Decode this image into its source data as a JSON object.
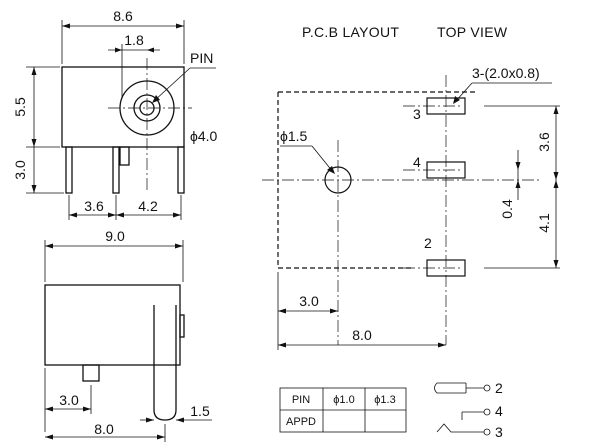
{
  "side_view": {
    "dim_width_top": "8.6",
    "dim_pin_offset": "1.8",
    "label_pin": "PIN",
    "dim_height_body": "5.5",
    "dim_height_pins": "3.0",
    "dim_hole_dia": "ϕ4.0",
    "dim_pin_spacing_left": "3.6",
    "dim_pin_spacing_right": "4.2"
  },
  "bottom_view": {
    "dim_length": "9.0",
    "dim_pin_pos": "3.0",
    "dim_pin_thick": "1.5",
    "dim_total": "8.0"
  },
  "pcb_layout": {
    "title_left": "P.C.B LAYOUT",
    "title_right": "TOP VIEW",
    "pad_spec": "3-(2.0x0.8)",
    "hole_dia": "ϕ1.5",
    "pad_3_label": "3",
    "pad_4_label": "4",
    "pad_2_label": "2",
    "dim_36": "3.6",
    "dim_04": "0.4",
    "dim_41": "4.1",
    "dim_30": "3.0",
    "dim_80": "8.0"
  },
  "pin_table": {
    "headers": [
      "PIN",
      "ϕ1.0",
      "ϕ1.3"
    ],
    "rows": [
      [
        "APPD",
        "",
        ""
      ]
    ]
  },
  "schematic": {
    "pin_2": "2",
    "pin_4": "4",
    "pin_3": "3"
  }
}
